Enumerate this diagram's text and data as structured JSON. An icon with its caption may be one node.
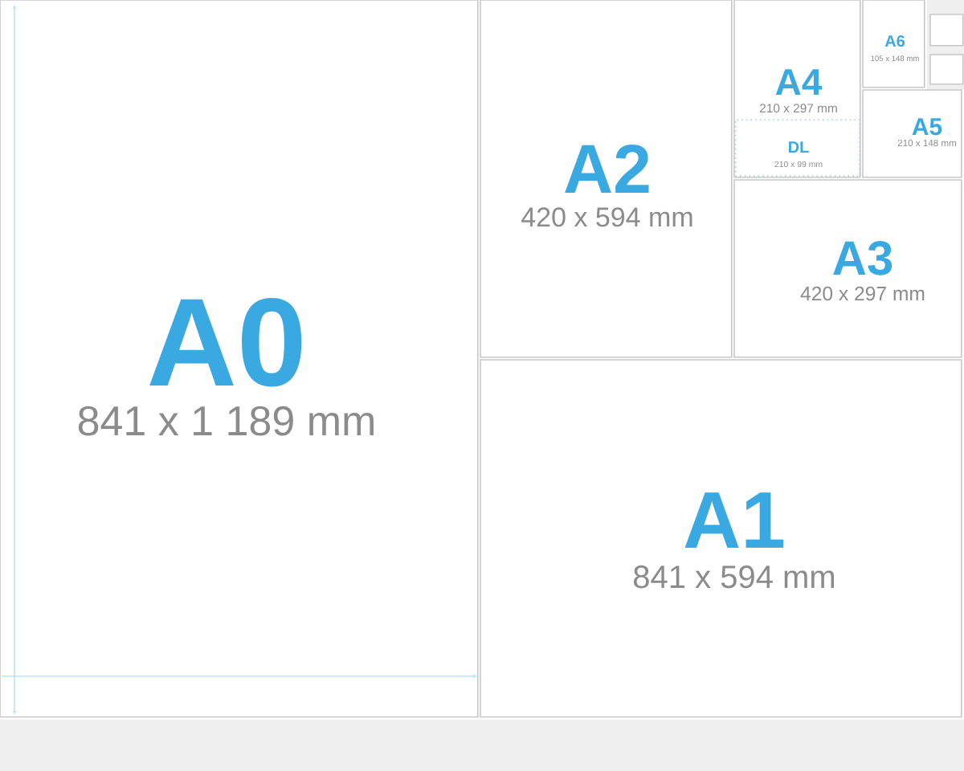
{
  "diagram": {
    "nodes": [
      {
        "text": [
          "A0",
          "841 x 1 189 mm"
        ]
      },
      {
        "text": [
          "A2",
          "420 x 594 mm"
        ]
      },
      {
        "text": [
          "A4",
          "210 x 297 mm"
        ]
      },
      {
        "text": [
          "DL",
          "210 x 99 mm"
        ],
        "in": 2
      },
      {
        "text": [
          "A6",
          "105 x 148 mm"
        ]
      },
      {
        "text": [],
        "shape": "box"
      },
      {
        "text": [],
        "shape": "box"
      },
      {
        "text": [
          "A5",
          "210 x 148 mm"
        ]
      },
      {
        "text": [
          "A3",
          "420 x 297 mm"
        ]
      },
      {
        "text": [
          "A1",
          "841 x 594 mm"
        ]
      }
    ]
  }
}
